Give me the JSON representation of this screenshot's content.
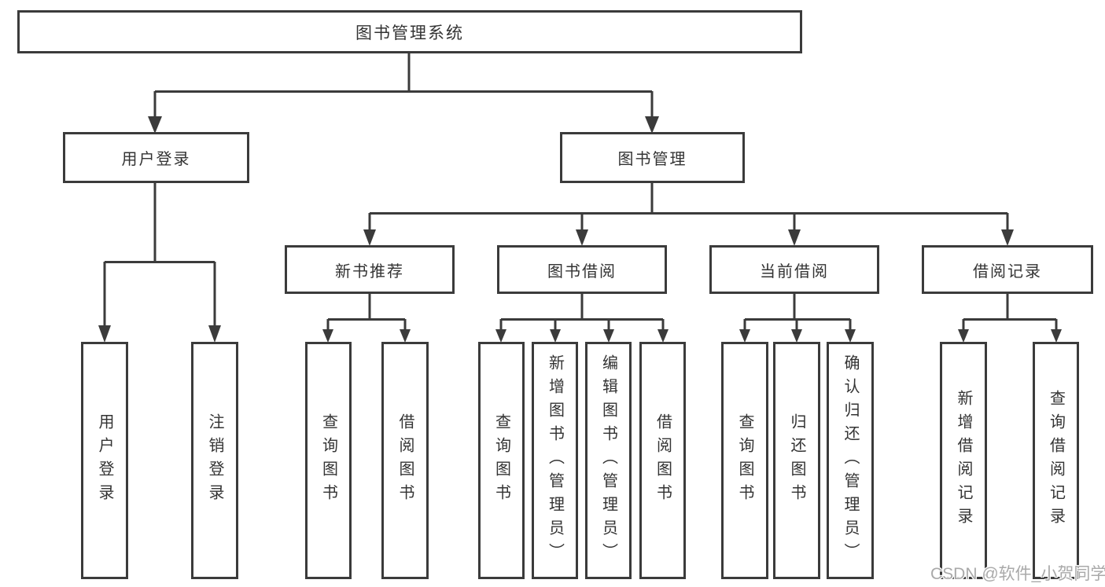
{
  "diagram": {
    "root": {
      "label": "图书管理系统"
    },
    "branches": [
      {
        "label": "用户登录",
        "leaves": [
          {
            "label": "用户登录"
          },
          {
            "label": "注销登录"
          }
        ]
      },
      {
        "label": "图书管理",
        "sections": [
          {
            "label": "新书推荐",
            "leaves": [
              {
                "label": "查询图书"
              },
              {
                "label": "借阅图书"
              }
            ]
          },
          {
            "label": "图书借阅",
            "leaves": [
              {
                "label": "查询图书"
              },
              {
                "label": "新增图书（管理员）"
              },
              {
                "label": "编辑图书（管理员）"
              },
              {
                "label": "借阅图书"
              }
            ]
          },
          {
            "label": "当前借阅",
            "leaves": [
              {
                "label": "查询图书"
              },
              {
                "label": "归还图书"
              },
              {
                "label": "确认归还（管理员）"
              }
            ]
          },
          {
            "label": "借阅记录",
            "leaves": [
              {
                "label": "新增借阅记录"
              },
              {
                "label": "查询借阅记录"
              }
            ]
          }
        ]
      }
    ],
    "watermark": "CSDN @软件_小贺同学",
    "colors": {
      "line": "#3b3b3b",
      "text": "#333333",
      "background": "#ffffff",
      "watermark": "#a9a9a9"
    }
  }
}
